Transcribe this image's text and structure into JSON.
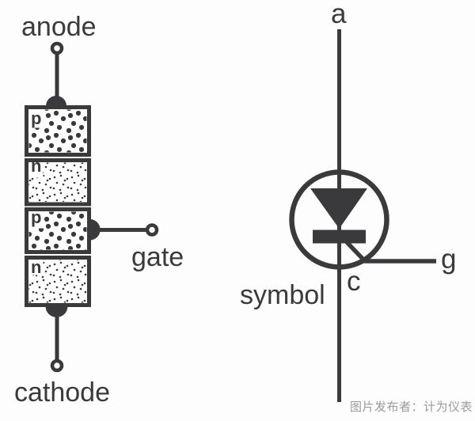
{
  "colors": {
    "ink": "#3a3a3c",
    "background": "#fdfdfd",
    "watermark_gray": "#9b9b9b"
  },
  "structure_diagram": {
    "anode_label": "anode",
    "gate_label": "gate",
    "cathode_label": "cathode",
    "layers": [
      {
        "label": "p",
        "doping": "p",
        "dot_style": "large-dots"
      },
      {
        "label": "n",
        "doping": "n",
        "dot_style": "small-dots"
      },
      {
        "label": "p",
        "doping": "p",
        "dot_style": "large-dots"
      },
      {
        "label": "n",
        "doping": "n",
        "dot_style": "small-dots"
      }
    ]
  },
  "symbol_diagram": {
    "caption": "symbol",
    "anode_label": "a",
    "gate_label": "g",
    "cathode_label": "c"
  },
  "watermark": {
    "text": "图片发布者：计为仪表"
  }
}
